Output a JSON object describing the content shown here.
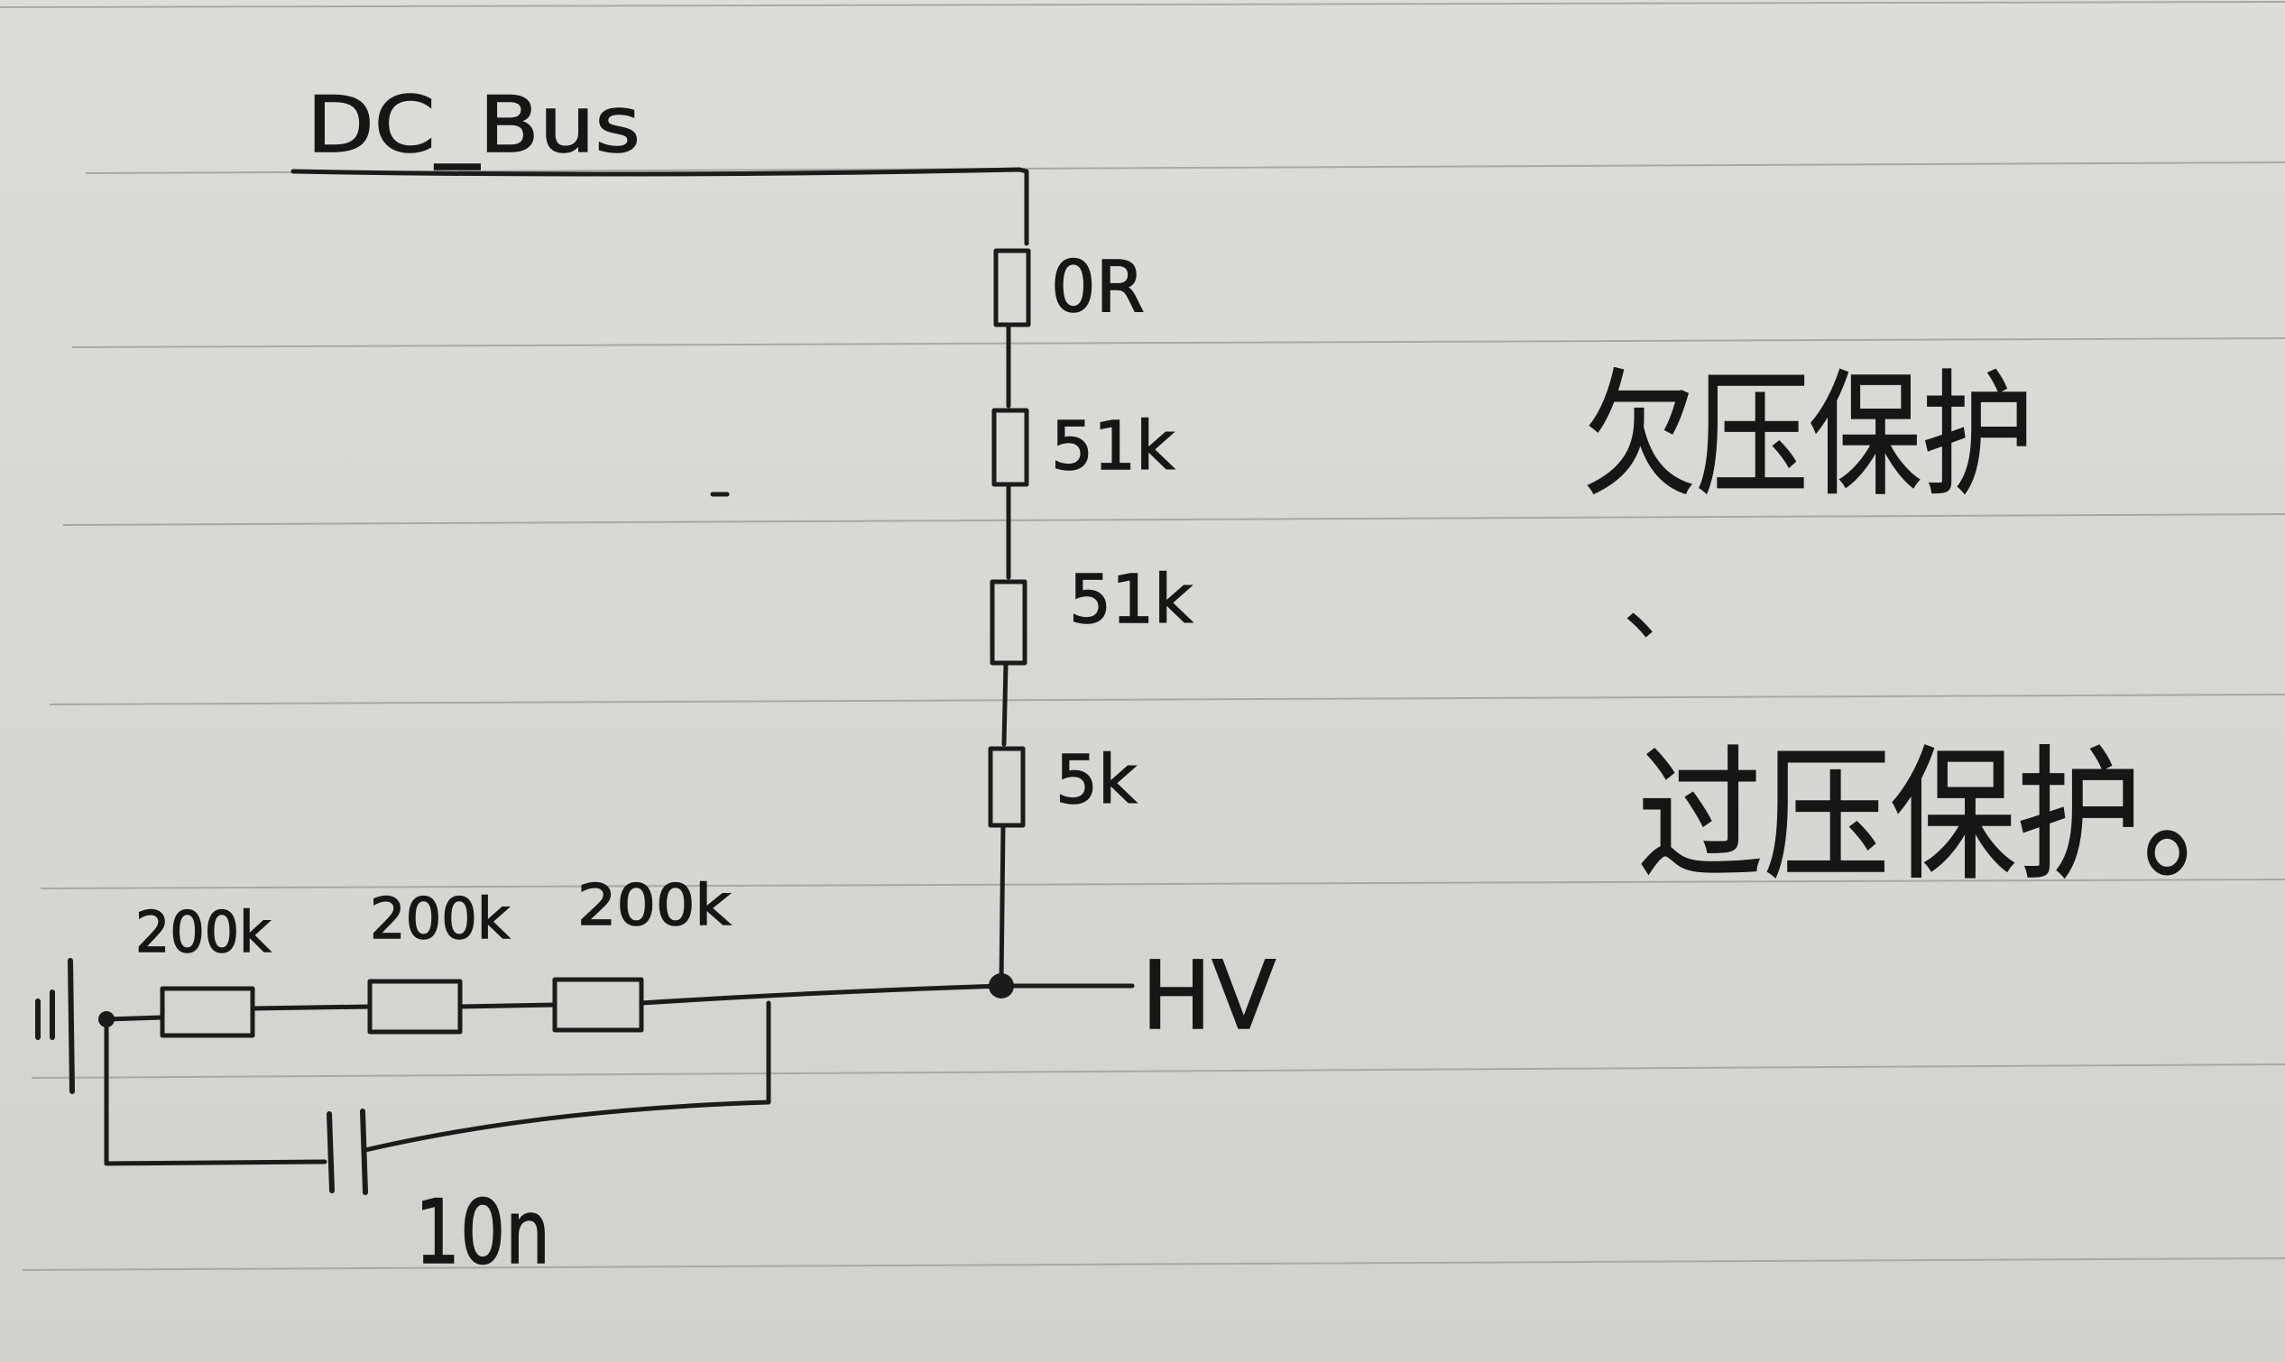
{
  "net_labels": {
    "dc_bus": "DC_Bus",
    "hv": "HV"
  },
  "vertical_resistors": [
    {
      "value": "0R"
    },
    {
      "value": "51k"
    },
    {
      "value": "51k"
    },
    {
      "value": "5k"
    }
  ],
  "horizontal_resistors": [
    {
      "value": "200k"
    },
    {
      "value": "200k"
    },
    {
      "value": "200k"
    }
  ],
  "capacitor": {
    "value": "10n"
  },
  "notes": {
    "line1": "欠压保护",
    "separator": "、",
    "line2": "过压保护。"
  }
}
